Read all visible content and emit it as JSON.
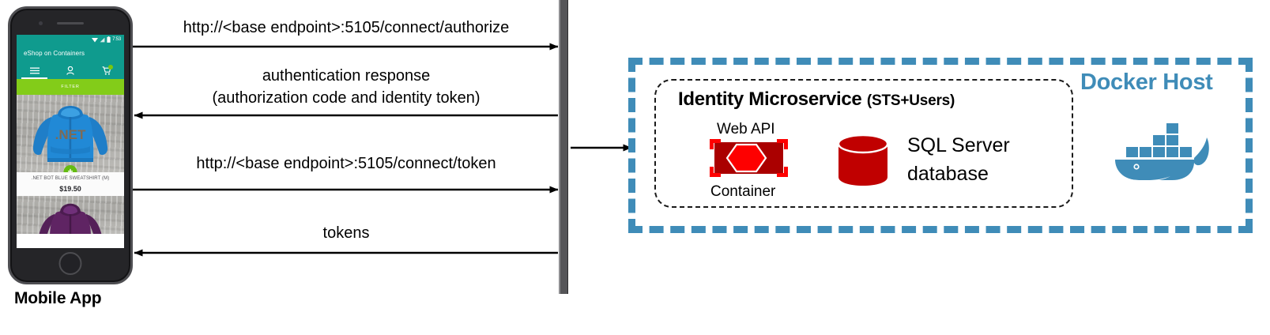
{
  "diagram": {
    "title": "eShop on Containers — mobile app authentication flow with Identity Microservice"
  },
  "client": {
    "label": "Mobile App",
    "phone": {
      "status_bar": {
        "time": "7:53",
        "icons": [
          "wifi-icon",
          "signal-icon",
          "battery-icon"
        ]
      },
      "app_bar_title": "eShop on Containers",
      "tabs": [
        {
          "name": "catalog-tab",
          "icon": "hamburger-menu-icon",
          "active": true
        },
        {
          "name": "profile-tab",
          "icon": "person-icon",
          "active": false
        },
        {
          "name": "cart-tab",
          "icon": "shopping-cart-icon",
          "active": false,
          "badge": true
        }
      ],
      "filter_label": "FILTER",
      "product": {
        "name": ".NET BOT BLUE SWEATSHIRT (M)",
        "price": "$19.50",
        "add_badge": "+",
        "image_alt": "blue-hoodie-image",
        "logo_text": ".NET"
      },
      "next_product": {
        "image_alt": "purple-hoodie-image"
      }
    }
  },
  "messages": [
    {
      "id": "authorize-request",
      "direction": "right",
      "lines": [
        "http://<base endpoint>:5105/connect/authorize"
      ]
    },
    {
      "id": "authentication-response",
      "direction": "left",
      "lines": [
        "authentication response",
        "(authorization code and identity token)"
      ]
    },
    {
      "id": "token-request",
      "direction": "right",
      "lines": [
        "http://<base endpoint>:5105/connect/token"
      ]
    },
    {
      "id": "tokens-response",
      "direction": "left",
      "lines": [
        "tokens"
      ]
    }
  ],
  "docker_host": {
    "label": "Docker Host",
    "logo": "docker-whale-logo",
    "border_color": "#3f8cb8",
    "microservice": {
      "title": "Identity Microservice",
      "subtitle": "(STS+Users)",
      "web_api_label": "Web API",
      "container_label": "Container",
      "container_icon": "docker-container-hexagon-icon",
      "database": {
        "icon": "database-cylinder-icon",
        "label_line1": "SQL Server",
        "label_line2": "database",
        "color": "#c00000"
      }
    }
  }
}
